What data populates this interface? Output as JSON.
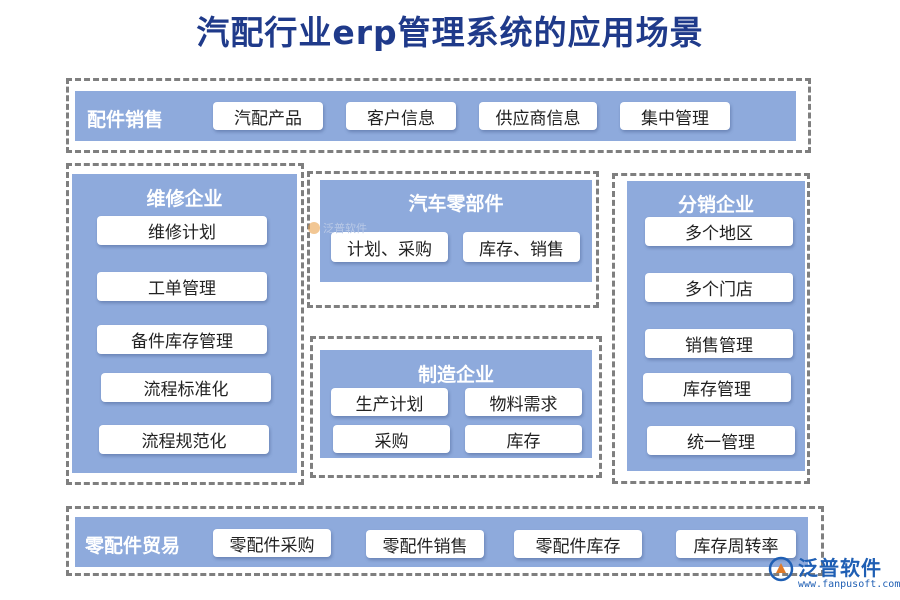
{
  "title": "汽配行业erp管理系统的应用场景",
  "parts_sales": {
    "title": "配件销售",
    "items": [
      "汽配产品",
      "客户信息",
      "供应商信息",
      "集中管理"
    ]
  },
  "repair": {
    "title": "维修企业",
    "items": [
      "维修计划",
      "工单管理",
      "备件库存管理",
      "流程标准化",
      "流程规范化"
    ]
  },
  "auto_parts": {
    "title": "汽车零部件",
    "items": [
      "计划、采购",
      "库存、销售"
    ]
  },
  "manufacturing": {
    "title": "制造企业",
    "items": [
      "生产计划",
      "物料需求",
      "采购",
      "库存"
    ]
  },
  "distribution": {
    "title": "分销企业",
    "items": [
      "多个地区",
      "多个门店",
      "销售管理",
      "库存管理",
      "统一管理"
    ]
  },
  "trade": {
    "title": "零配件贸易",
    "items": [
      "零配件采购",
      "零配件销售",
      "零配件库存",
      "库存周转率"
    ]
  },
  "watermark": "泛普软件",
  "logo": {
    "name": "泛普软件",
    "url": "www.fanpusoft.com"
  },
  "colors": {
    "title": "#1f3a8a",
    "panel": "#8eaadc",
    "dash": "#7f7f7f"
  }
}
